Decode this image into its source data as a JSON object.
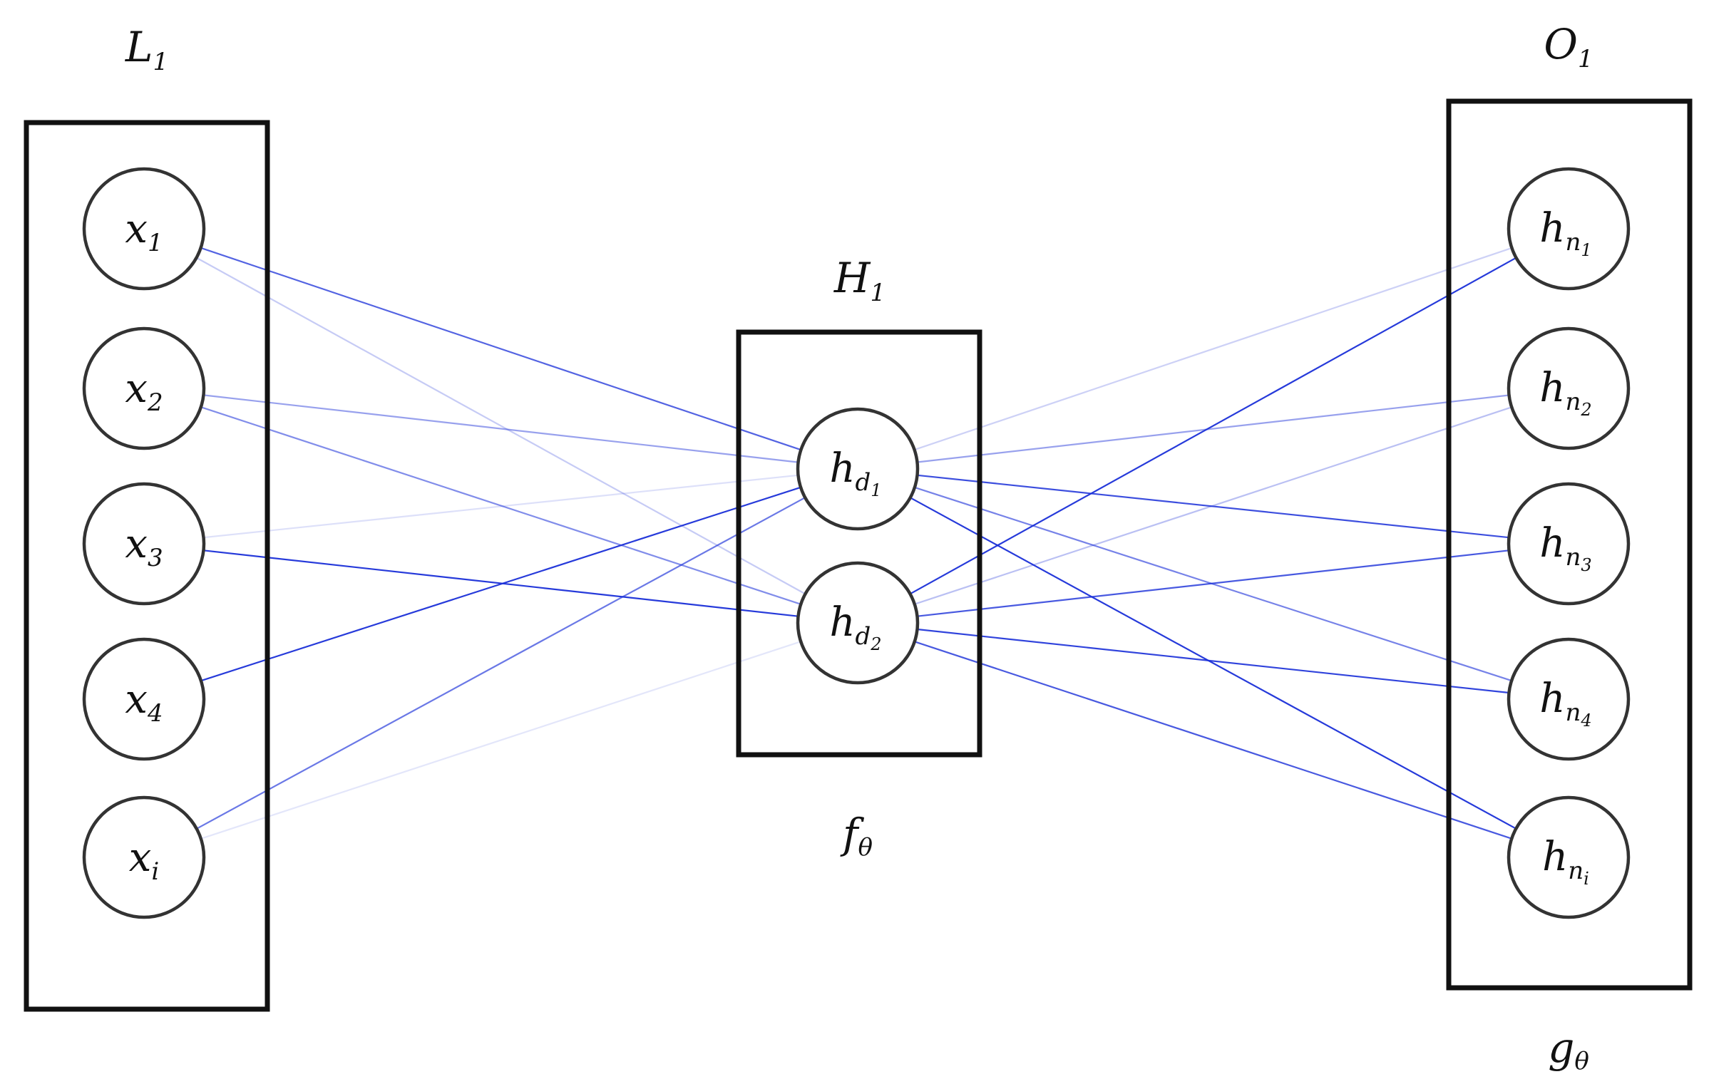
{
  "layers": [
    {
      "id": "input",
      "title": "L",
      "title_sub": "1",
      "function_label": "",
      "function_sub": ""
    },
    {
      "id": "hidden",
      "title": "H",
      "title_sub": "1",
      "function_label": "f",
      "function_sub": "θ"
    },
    {
      "id": "output",
      "title": "O",
      "title_sub": "1",
      "function_label": "g",
      "function_sub": "θ"
    }
  ],
  "nodes": {
    "input": [
      {
        "base": "x",
        "sub": "1",
        "subsub": ""
      },
      {
        "base": "x",
        "sub": "2",
        "subsub": ""
      },
      {
        "base": "x",
        "sub": "3",
        "subsub": ""
      },
      {
        "base": "x",
        "sub": "4",
        "subsub": ""
      },
      {
        "base": "x",
        "sub": "i",
        "subsub": ""
      }
    ],
    "hidden": [
      {
        "base": "h",
        "sub": "d",
        "subsub": "1"
      },
      {
        "base": "h",
        "sub": "d",
        "subsub": "2"
      }
    ],
    "output": [
      {
        "base": "h",
        "sub": "n",
        "subsub": "1"
      },
      {
        "base": "h",
        "sub": "n",
        "subsub": "2"
      },
      {
        "base": "h",
        "sub": "n",
        "subsub": "3"
      },
      {
        "base": "h",
        "sub": "n",
        "subsub": "4"
      },
      {
        "base": "h",
        "sub": "n",
        "subsub": "i"
      }
    ]
  },
  "edges": [
    {
      "from": "input.0",
      "to": "hidden.0",
      "strength": 0.75
    },
    {
      "from": "input.0",
      "to": "hidden.1",
      "strength": 0.25
    },
    {
      "from": "input.1",
      "to": "hidden.0",
      "strength": 0.45
    },
    {
      "from": "input.1",
      "to": "hidden.1",
      "strength": 0.55
    },
    {
      "from": "input.2",
      "to": "hidden.0",
      "strength": 0.15
    },
    {
      "from": "input.2",
      "to": "hidden.1",
      "strength": 0.95
    },
    {
      "from": "input.3",
      "to": "hidden.0",
      "strength": 0.95
    },
    {
      "from": "input.4",
      "to": "hidden.0",
      "strength": 0.65
    },
    {
      "from": "input.4",
      "to": "hidden.1",
      "strength": 0.12
    },
    {
      "from": "hidden.0",
      "to": "output.0",
      "strength": 0.22
    },
    {
      "from": "hidden.0",
      "to": "output.1",
      "strength": 0.45
    },
    {
      "from": "hidden.0",
      "to": "output.2",
      "strength": 0.85
    },
    {
      "from": "hidden.0",
      "to": "output.3",
      "strength": 0.6
    },
    {
      "from": "hidden.0",
      "to": "output.4",
      "strength": 0.95
    },
    {
      "from": "hidden.1",
      "to": "output.0",
      "strength": 0.95
    },
    {
      "from": "hidden.1",
      "to": "output.1",
      "strength": 0.3
    },
    {
      "from": "hidden.1",
      "to": "output.2",
      "strength": 0.8
    },
    {
      "from": "hidden.1",
      "to": "output.3",
      "strength": 0.9
    },
    {
      "from": "hidden.1",
      "to": "output.4",
      "strength": 0.8
    }
  ],
  "colors": {
    "edge_base": "#1a2fd8",
    "frame": "#111111",
    "node_stroke": "#333333",
    "text": "#111111"
  }
}
